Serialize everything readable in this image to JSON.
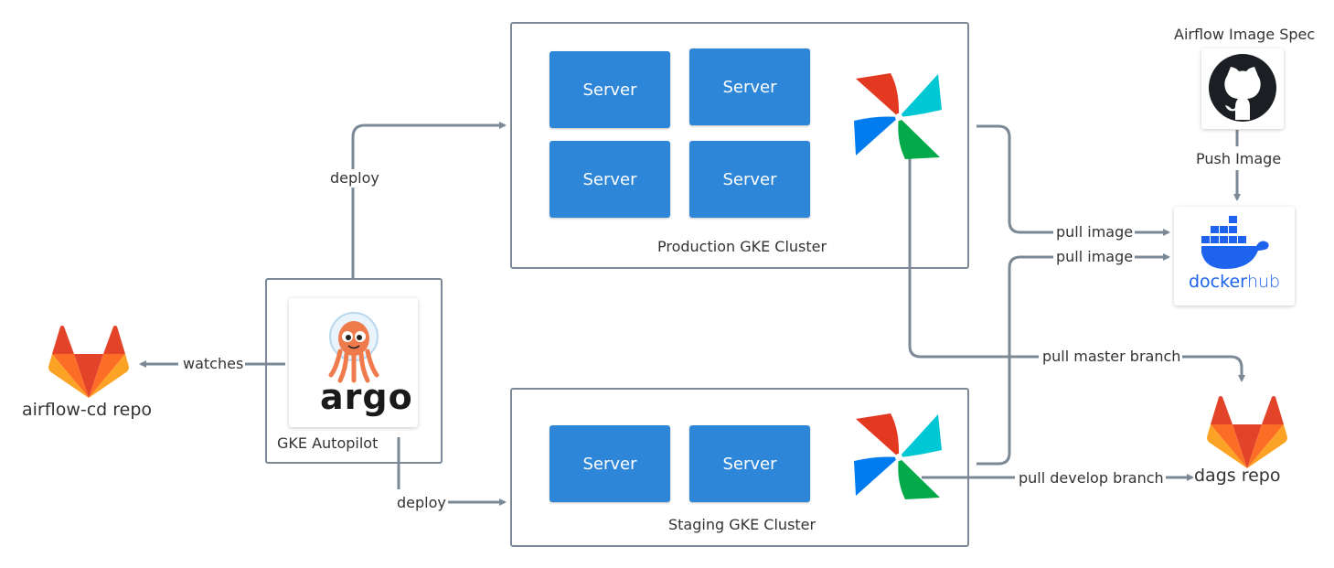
{
  "clusters": {
    "production": {
      "label": "Production GKE Cluster",
      "servers": [
        "Server",
        "Server",
        "Server",
        "Server"
      ]
    },
    "staging": {
      "label": "Staging GKE Cluster",
      "servers": [
        "Server",
        "Server"
      ]
    }
  },
  "autopilot": {
    "label": "GKE Autopilot",
    "logo_text": "argo"
  },
  "repos": {
    "airflow_cd": "airflow-cd repo",
    "dags": "dags repo"
  },
  "image_spec": {
    "label": "Airflow Image Spec"
  },
  "dockerhub": {
    "logo_text_docker": "docker",
    "logo_text_hub": "hub"
  },
  "edges": {
    "deploy_prod": "deploy",
    "deploy_staging": "deploy",
    "watches": "watches",
    "push_image": "Push Image",
    "pull_image_prod": "pull image",
    "pull_image_staging": "pull image",
    "pull_master": "pull master branch",
    "pull_develop": "pull develop branch"
  },
  "colors": {
    "server": "#2e86d9",
    "line": "#7b8895",
    "gitlab_orange": "#e24329",
    "docker_blue": "#1d63ed"
  },
  "icons": [
    "gitlab-icon",
    "argo-icon",
    "airflow-icon",
    "github-icon",
    "docker-icon"
  ]
}
